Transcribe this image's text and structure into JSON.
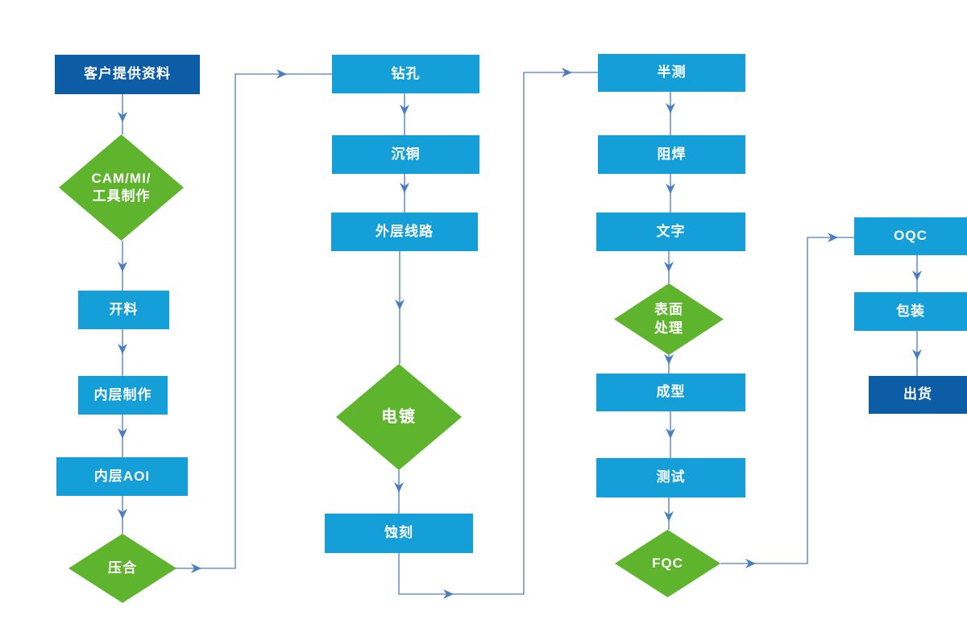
{
  "colors": {
    "node_blue": "#149fd9",
    "node_dark_blue": "#0d5ca6",
    "diamond_green": "#5fb42e",
    "line": "#6e92c8",
    "arrow": "#4a7ec2",
    "text": "#ffffff",
    "background": "#ffffff"
  },
  "nodes": [
    {
      "id": "customer-data",
      "shape": "rect-dark",
      "label": "客户提供资料"
    },
    {
      "id": "cam-mi-tooling",
      "shape": "diamond",
      "lines": [
        "CAM/MI/",
        "工具制作"
      ]
    },
    {
      "id": "cutting",
      "shape": "rect-light",
      "label": "开料"
    },
    {
      "id": "inner-layer-fab",
      "shape": "rect-light",
      "label": "内层制作"
    },
    {
      "id": "inner-layer-aoi",
      "shape": "rect-light",
      "label": "内层AOI"
    },
    {
      "id": "lamination",
      "shape": "diamond",
      "label": "压合"
    },
    {
      "id": "drilling",
      "shape": "rect-light",
      "label": "钻孔"
    },
    {
      "id": "copper-deposition",
      "shape": "rect-light",
      "label": "沉铜"
    },
    {
      "id": "outer-layer-circuit",
      "shape": "rect-light",
      "label": "外层线路"
    },
    {
      "id": "electroplating",
      "shape": "diamond",
      "label": "电镀"
    },
    {
      "id": "etching",
      "shape": "rect-light",
      "label": "蚀刻"
    },
    {
      "id": "half-test",
      "shape": "rect-light",
      "label": "半测"
    },
    {
      "id": "solder-mask",
      "shape": "rect-light",
      "label": "阻焊"
    },
    {
      "id": "text-printing",
      "shape": "rect-light",
      "label": "文字"
    },
    {
      "id": "surface-treatment",
      "shape": "diamond",
      "lines": [
        "表面",
        "处理"
      ]
    },
    {
      "id": "forming",
      "shape": "rect-light",
      "label": "成型"
    },
    {
      "id": "testing",
      "shape": "rect-light",
      "label": "测试"
    },
    {
      "id": "fqc",
      "shape": "diamond",
      "label": "FQC"
    },
    {
      "id": "oqc",
      "shape": "rect-light",
      "label": "OQC"
    },
    {
      "id": "packaging",
      "shape": "rect-light",
      "label": "包装"
    },
    {
      "id": "shipment",
      "shape": "rect-dark",
      "label": "出货"
    }
  ]
}
